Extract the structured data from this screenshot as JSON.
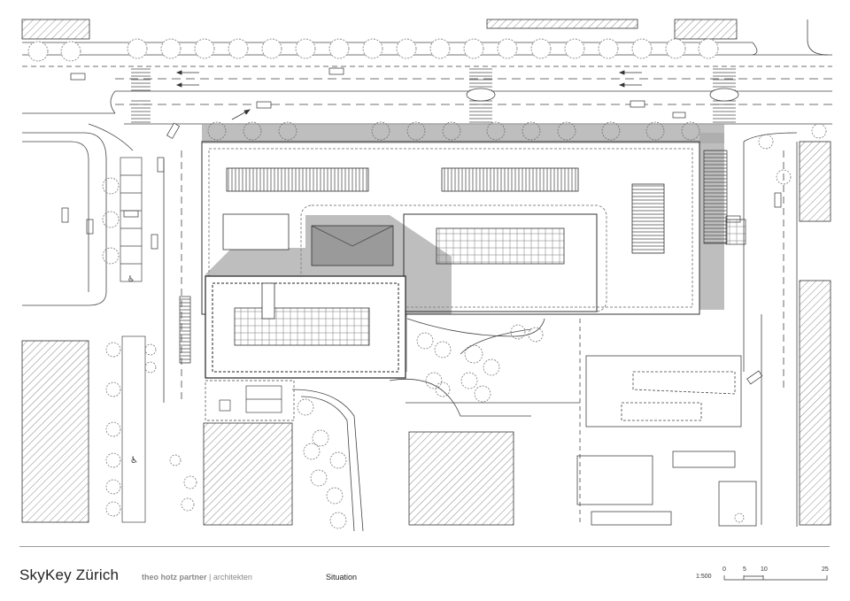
{
  "project_title": "SkyKey Zürich",
  "firm": {
    "name": "theo hotz partner",
    "separator": "|",
    "discipline": "architekten"
  },
  "drawing_name": "Situation",
  "scale": "1:500",
  "scale_bar_ticks": [
    "0",
    "5",
    "10",
    "25"
  ],
  "colors": {
    "line": "#333333",
    "shadow": "#a8a8a8",
    "hatch": "#555555",
    "tree": "#777777"
  }
}
